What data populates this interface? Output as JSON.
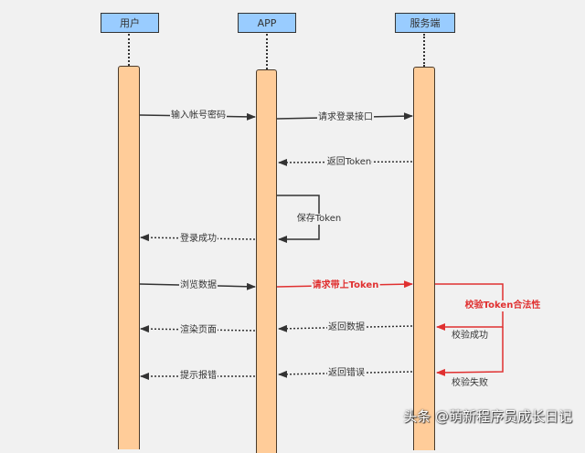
{
  "actors": [
    {
      "label": "用户"
    },
    {
      "label": "APP"
    },
    {
      "label": "服务端"
    }
  ],
  "messages": [
    {
      "label": "输入帐号密码",
      "from": "用户",
      "to": "APP",
      "style": "solid"
    },
    {
      "label": "请求登录接口",
      "from": "APP",
      "to": "服务端",
      "style": "solid"
    },
    {
      "label": "返回Token",
      "from": "服务端",
      "to": "APP",
      "style": "dotted"
    },
    {
      "label": "保存Token",
      "from": "APP",
      "to": "APP",
      "style": "solid"
    },
    {
      "label": "登录成功",
      "from": "APP",
      "to": "用户",
      "style": "dotted"
    },
    {
      "label": "浏览数据",
      "from": "用户",
      "to": "APP",
      "style": "solid"
    },
    {
      "label": "请求带上Token",
      "from": "APP",
      "to": "服务端",
      "style": "solid",
      "color": "#e03030"
    },
    {
      "label": "校验Token合法性",
      "from": "服务端",
      "to": "服务端",
      "style": "solid",
      "color": "#e03030"
    },
    {
      "label": "校验成功",
      "from": "服务端",
      "to": "服务端"
    },
    {
      "label": "返回数据",
      "from": "服务端",
      "to": "APP",
      "style": "dotted"
    },
    {
      "label": "渲染页面",
      "from": "APP",
      "to": "用户",
      "style": "dotted"
    },
    {
      "label": "校验失败",
      "from": "服务端",
      "to": "服务端"
    },
    {
      "label": "返回错误",
      "from": "服务端",
      "to": "APP",
      "style": "dotted"
    },
    {
      "label": "提示报错",
      "from": "APP",
      "to": "用户",
      "style": "dotted"
    }
  ],
  "colors": {
    "actor_fill": "#99ccff",
    "bar_fill": "#ffcc99",
    "highlight": "#e03030",
    "background": "#f1f1f1"
  },
  "watermark": "头条 @萌新程序员成长日记"
}
